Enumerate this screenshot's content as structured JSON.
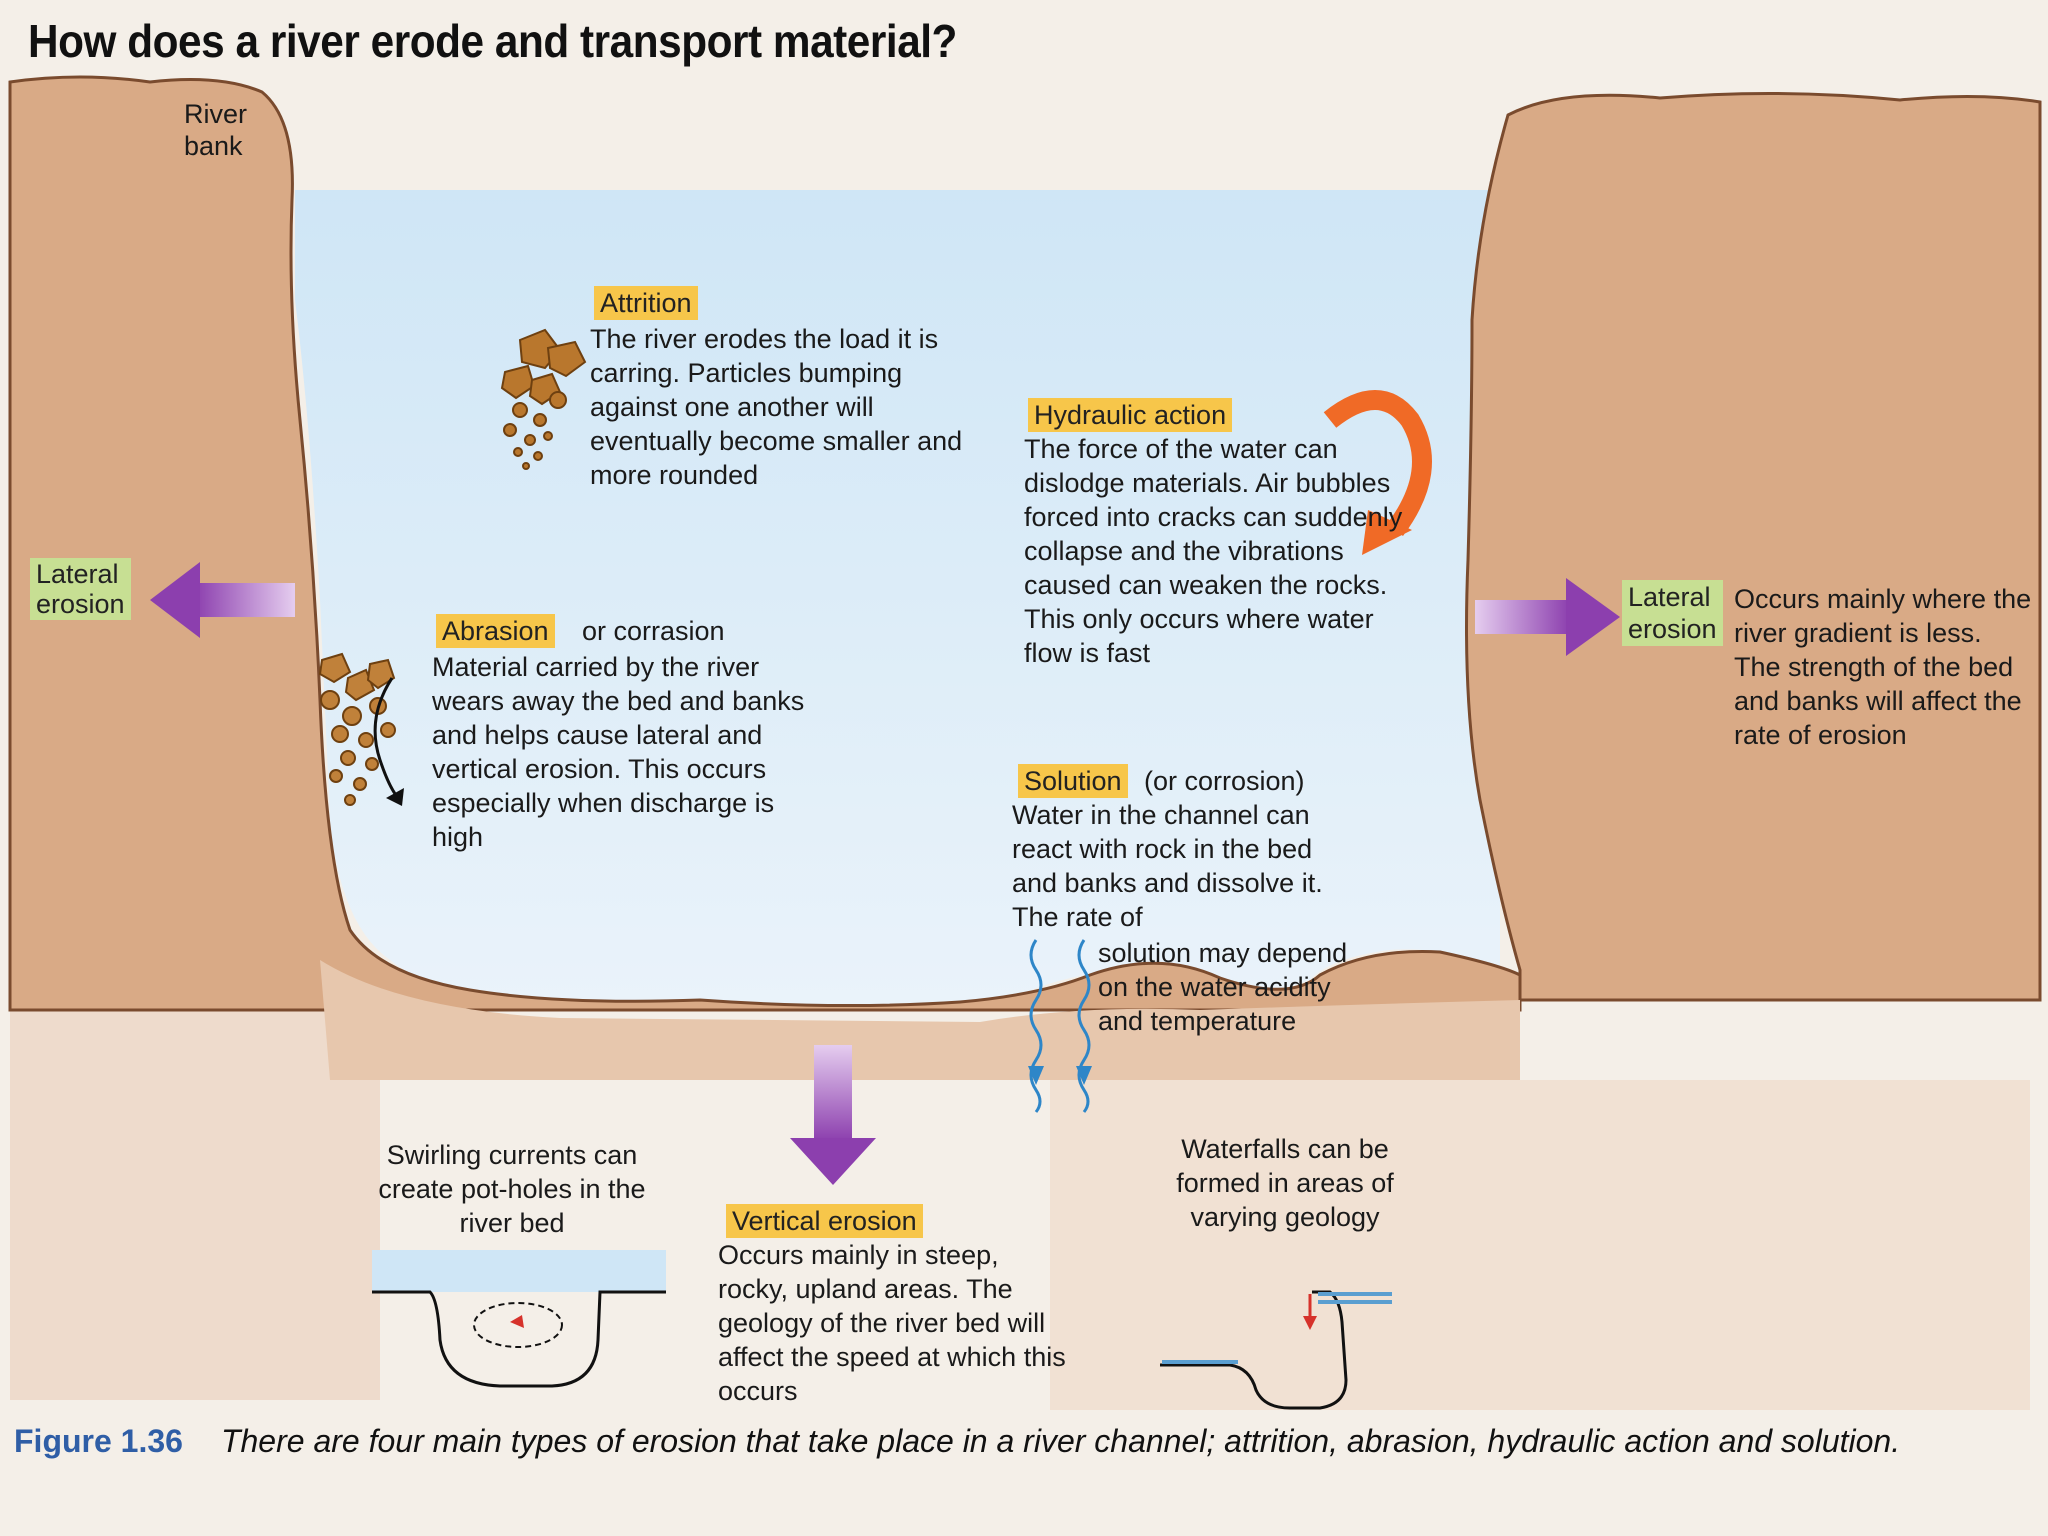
{
  "title": "How does a river erode and transport material?",
  "river_bank_label": "River\nbank",
  "attrition": {
    "label": "Attrition",
    "text": "The river erodes the load it is carring. Particles bumping against one another will eventually become smaller and more rounded"
  },
  "abrasion": {
    "label": "Abrasion",
    "label_suffix": "or corrasion",
    "text": "Material carried by the river wears away the bed and banks and helps cause lateral and vertical erosion. This occurs especially when discharge is high"
  },
  "hydraulic": {
    "label": "Hydraulic action",
    "text": "The force of the water can dislodge materials. Air bubbles forced into cracks can suddenly collapse and the vibrations caused can weaken the rocks. This only occurs where water flow is fast"
  },
  "solution": {
    "label": "Solution",
    "label_suffix": "(or corrosion)",
    "text_top": "Water in the channel can react with rock in the bed and banks and dissolve it. The rate of",
    "text_bottom": "solution may depend on the water acidity and temperature"
  },
  "lateral_left": {
    "label": "Lateral\nerosion"
  },
  "lateral_right": {
    "label": "Lateral\nerosion",
    "text": "Occurs mainly where the river gradient is less. The strength of the bed and banks will affect the rate of erosion"
  },
  "vertical": {
    "label": "Vertical erosion",
    "text": "Occurs mainly in steep, rocky, upland areas. The geology of the river bed will affect the speed at which this occurs"
  },
  "potholes": {
    "text": "Swirling currents can create pot-holes in the river bed"
  },
  "waterfalls": {
    "text": "Waterfalls can be formed in areas of varying geology"
  },
  "caption": {
    "figure": "Figure 1.36",
    "text": "There are four main types of erosion that take place in a river channel; attrition, abrasion, hydraulic action and solution."
  },
  "colors": {
    "bank": "#d9aa86",
    "water": "#d6e9f5",
    "label_orange": "#f7c64a",
    "label_green": "#c7df93",
    "arrow_purple": "#9a4fb5",
    "arrow_orange": "#f06a26",
    "solution_blue": "#2e86c8",
    "figure_blue": "#2f5ea6"
  }
}
